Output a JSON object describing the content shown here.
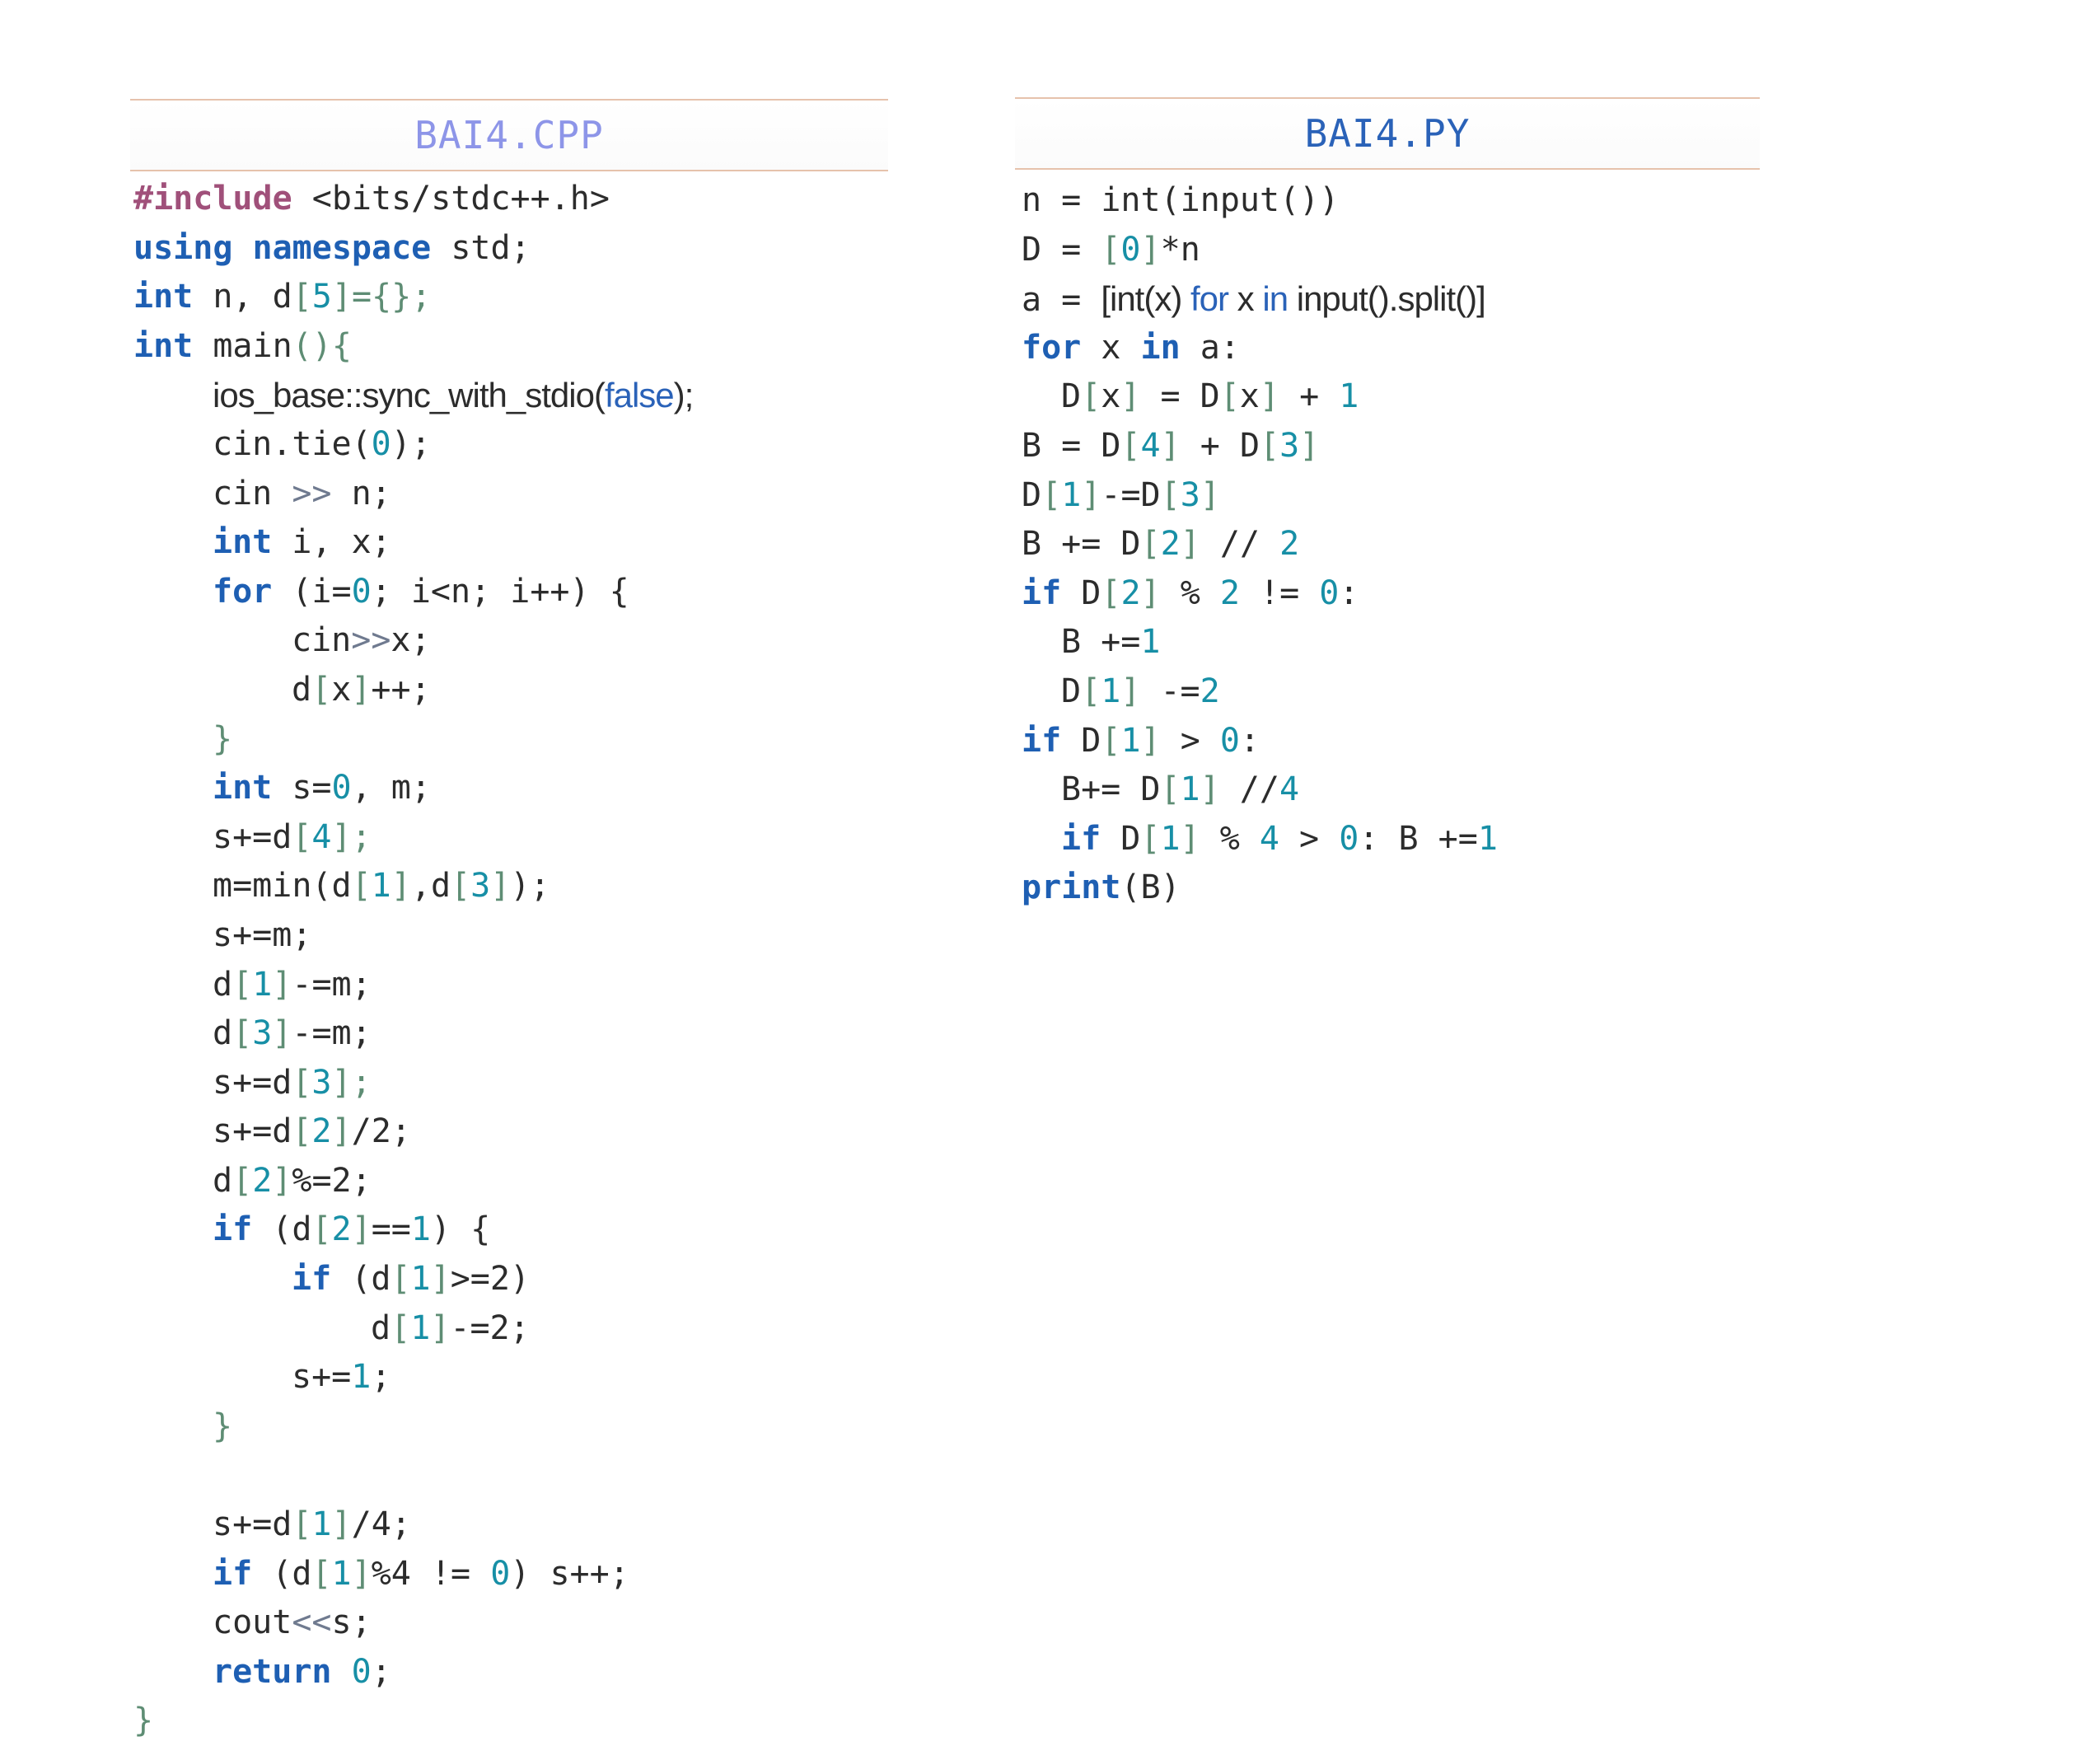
{
  "cpp": {
    "title": "BAI4.CPP",
    "lines": [
      {
        "indent": 0,
        "tokens": [
          {
            "t": "#include",
            "c": "pp"
          },
          {
            "t": " <bits/stdc++.h>",
            "c": "txt"
          }
        ]
      },
      {
        "indent": 0,
        "tokens": [
          {
            "t": "using",
            "c": "kw"
          },
          {
            "t": " ",
            "c": "txt"
          },
          {
            "t": "namespace",
            "c": "kw"
          },
          {
            "t": " std;",
            "c": "txt"
          }
        ]
      },
      {
        "indent": 0,
        "tokens": [
          {
            "t": "int",
            "c": "kw"
          },
          {
            "t": " n, d",
            "c": "txt"
          },
          {
            "t": "[",
            "c": "br"
          },
          {
            "t": "5",
            "c": "num"
          },
          {
            "t": "]={};",
            "c": "br"
          }
        ]
      },
      {
        "indent": 0,
        "tokens": [
          {
            "t": "int",
            "c": "kw"
          },
          {
            "t": " main",
            "c": "txt"
          },
          {
            "t": "(){",
            "c": "br"
          }
        ]
      },
      {
        "indent": 2,
        "tokens": [
          {
            "t": "ios_base::sync_with_stdio(",
            "c": "hand"
          },
          {
            "t": "false",
            "c": "hand-blue"
          },
          {
            "t": ");",
            "c": "hand"
          }
        ]
      },
      {
        "indent": 2,
        "tokens": [
          {
            "t": "cin.tie(",
            "c": "txt"
          },
          {
            "t": "0",
            "c": "num"
          },
          {
            "t": ");",
            "c": "txt"
          }
        ]
      },
      {
        "indent": 2,
        "tokens": [
          {
            "t": "cin ",
            "c": "txt"
          },
          {
            "t": ">>",
            "c": "op"
          },
          {
            "t": " n;",
            "c": "txt"
          }
        ]
      },
      {
        "indent": 2,
        "tokens": [
          {
            "t": "int",
            "c": "kw"
          },
          {
            "t": " i, x;",
            "c": "txt"
          }
        ]
      },
      {
        "indent": 2,
        "tokens": [
          {
            "t": "for",
            "c": "kw"
          },
          {
            "t": " (i=",
            "c": "txt"
          },
          {
            "t": "0",
            "c": "num"
          },
          {
            "t": "; i<n; i++) {",
            "c": "txt"
          }
        ]
      },
      {
        "indent": 4,
        "tokens": [
          {
            "t": "cin",
            "c": "txt"
          },
          {
            "t": ">>",
            "c": "op"
          },
          {
            "t": "x;",
            "c": "txt"
          }
        ]
      },
      {
        "indent": 4,
        "tokens": [
          {
            "t": "d",
            "c": "txt"
          },
          {
            "t": "[",
            "c": "br"
          },
          {
            "t": "x",
            "c": "txt"
          },
          {
            "t": "]",
            "c": "br"
          },
          {
            "t": "++;",
            "c": "txt"
          }
        ]
      },
      {
        "indent": 2,
        "tokens": [
          {
            "t": "}",
            "c": "br"
          }
        ]
      },
      {
        "indent": 2,
        "tokens": [
          {
            "t": "int",
            "c": "kw"
          },
          {
            "t": " s=",
            "c": "txt"
          },
          {
            "t": "0",
            "c": "num"
          },
          {
            "t": ", m;",
            "c": "txt"
          }
        ]
      },
      {
        "indent": 2,
        "tokens": [
          {
            "t": "s+=d",
            "c": "txt"
          },
          {
            "t": "[",
            "c": "br"
          },
          {
            "t": "4",
            "c": "num"
          },
          {
            "t": "];",
            "c": "br"
          }
        ]
      },
      {
        "indent": 2,
        "tokens": [
          {
            "t": "m=min(d",
            "c": "txt"
          },
          {
            "t": "[",
            "c": "br"
          },
          {
            "t": "1",
            "c": "num"
          },
          {
            "t": "]",
            "c": "br"
          },
          {
            "t": ",d",
            "c": "txt"
          },
          {
            "t": "[",
            "c": "br"
          },
          {
            "t": "3",
            "c": "num"
          },
          {
            "t": "]",
            "c": "br"
          },
          {
            "t": ");",
            "c": "txt"
          }
        ]
      },
      {
        "indent": 2,
        "tokens": [
          {
            "t": "s+=m;",
            "c": "txt"
          }
        ]
      },
      {
        "indent": 2,
        "tokens": [
          {
            "t": "d",
            "c": "txt"
          },
          {
            "t": "[",
            "c": "br"
          },
          {
            "t": "1",
            "c": "num"
          },
          {
            "t": "]",
            "c": "br"
          },
          {
            "t": "-=m;",
            "c": "txt"
          }
        ]
      },
      {
        "indent": 2,
        "tokens": [
          {
            "t": "d",
            "c": "txt"
          },
          {
            "t": "[",
            "c": "br"
          },
          {
            "t": "3",
            "c": "num"
          },
          {
            "t": "]",
            "c": "br"
          },
          {
            "t": "-=m;",
            "c": "txt"
          }
        ]
      },
      {
        "indent": 2,
        "tokens": [
          {
            "t": "s+=d",
            "c": "txt"
          },
          {
            "t": "[",
            "c": "br"
          },
          {
            "t": "3",
            "c": "num"
          },
          {
            "t": "];",
            "c": "br"
          }
        ]
      },
      {
        "indent": 2,
        "tokens": [
          {
            "t": "s+=d",
            "c": "txt"
          },
          {
            "t": "[",
            "c": "br"
          },
          {
            "t": "2",
            "c": "num"
          },
          {
            "t": "]",
            "c": "br"
          },
          {
            "t": "/2;",
            "c": "txt"
          }
        ]
      },
      {
        "indent": 2,
        "tokens": [
          {
            "t": "d",
            "c": "txt"
          },
          {
            "t": "[",
            "c": "br"
          },
          {
            "t": "2",
            "c": "num"
          },
          {
            "t": "]",
            "c": "br"
          },
          {
            "t": "%=2;",
            "c": "txt"
          }
        ]
      },
      {
        "indent": 2,
        "tokens": [
          {
            "t": "if",
            "c": "kw"
          },
          {
            "t": " (d",
            "c": "txt"
          },
          {
            "t": "[",
            "c": "br"
          },
          {
            "t": "2",
            "c": "num"
          },
          {
            "t": "]",
            "c": "br"
          },
          {
            "t": "==",
            "c": "txt"
          },
          {
            "t": "1",
            "c": "num"
          },
          {
            "t": ") {",
            "c": "txt"
          }
        ]
      },
      {
        "indent": 4,
        "tokens": [
          {
            "t": "if",
            "c": "kw"
          },
          {
            "t": " (d",
            "c": "txt"
          },
          {
            "t": "[",
            "c": "br"
          },
          {
            "t": "1",
            "c": "num"
          },
          {
            "t": "]",
            "c": "br"
          },
          {
            "t": ">=2)",
            "c": "txt"
          }
        ]
      },
      {
        "indent": 6,
        "tokens": [
          {
            "t": "d",
            "c": "txt"
          },
          {
            "t": "[",
            "c": "br"
          },
          {
            "t": "1",
            "c": "num"
          },
          {
            "t": "]",
            "c": "br"
          },
          {
            "t": "-=2;",
            "c": "txt"
          }
        ]
      },
      {
        "indent": 4,
        "tokens": [
          {
            "t": "s+=",
            "c": "txt"
          },
          {
            "t": "1",
            "c": "num"
          },
          {
            "t": ";",
            "c": "txt"
          }
        ]
      },
      {
        "indent": 2,
        "tokens": [
          {
            "t": "}",
            "c": "br"
          }
        ]
      },
      {
        "indent": 0,
        "tokens": [
          {
            "t": "",
            "c": "txt"
          }
        ]
      },
      {
        "indent": 2,
        "tokens": [
          {
            "t": "s+=d",
            "c": "txt"
          },
          {
            "t": "[",
            "c": "br"
          },
          {
            "t": "1",
            "c": "num"
          },
          {
            "t": "]",
            "c": "br"
          },
          {
            "t": "/4;",
            "c": "txt"
          }
        ]
      },
      {
        "indent": 2,
        "tokens": [
          {
            "t": "if",
            "c": "kw"
          },
          {
            "t": " (d",
            "c": "txt"
          },
          {
            "t": "[",
            "c": "br"
          },
          {
            "t": "1",
            "c": "num"
          },
          {
            "t": "]",
            "c": "br"
          },
          {
            "t": "%4 != ",
            "c": "txt"
          },
          {
            "t": "0",
            "c": "num"
          },
          {
            "t": ") s++;",
            "c": "txt"
          }
        ]
      },
      {
        "indent": 2,
        "tokens": [
          {
            "t": "cout",
            "c": "txt"
          },
          {
            "t": "<<",
            "c": "op"
          },
          {
            "t": "s;",
            "c": "txt"
          }
        ]
      },
      {
        "indent": 2,
        "tokens": [
          {
            "t": "return",
            "c": "kw"
          },
          {
            "t": " ",
            "c": "txt"
          },
          {
            "t": "0",
            "c": "num"
          },
          {
            "t": ";",
            "c": "txt"
          }
        ]
      },
      {
        "indent": 0,
        "tokens": [
          {
            "t": "}",
            "c": "br"
          }
        ]
      }
    ]
  },
  "py": {
    "title": "BAI4.PY",
    "lines": [
      {
        "indent": 0,
        "tokens": [
          {
            "t": "n = int(input())",
            "c": "txt"
          }
        ]
      },
      {
        "indent": 0,
        "tokens": [
          {
            "t": "D = ",
            "c": "txt"
          },
          {
            "t": "[",
            "c": "br"
          },
          {
            "t": "0",
            "c": "num"
          },
          {
            "t": "]",
            "c": "br"
          },
          {
            "t": "*n",
            "c": "txt"
          }
        ]
      },
      {
        "indent": 0,
        "tokens": [
          {
            "t": "a = ",
            "c": "txt"
          },
          {
            "t": "[int(x) ",
            "c": "hand"
          },
          {
            "t": "for",
            "c": "hand-blue"
          },
          {
            "t": " x ",
            "c": "hand"
          },
          {
            "t": "in",
            "c": "hand-blue"
          },
          {
            "t": " input().split()]",
            "c": "hand"
          }
        ]
      },
      {
        "indent": 0,
        "tokens": [
          {
            "t": "for",
            "c": "kw"
          },
          {
            "t": " x ",
            "c": "txt"
          },
          {
            "t": "in",
            "c": "kw"
          },
          {
            "t": " a:",
            "c": "txt"
          }
        ]
      },
      {
        "indent": 1,
        "tokens": [
          {
            "t": "D",
            "c": "txt"
          },
          {
            "t": "[",
            "c": "br"
          },
          {
            "t": "x",
            "c": "txt"
          },
          {
            "t": "]",
            "c": "br"
          },
          {
            "t": " = D",
            "c": "txt"
          },
          {
            "t": "[",
            "c": "br"
          },
          {
            "t": "x",
            "c": "txt"
          },
          {
            "t": "]",
            "c": "br"
          },
          {
            "t": " + ",
            "c": "txt"
          },
          {
            "t": "1",
            "c": "num"
          }
        ]
      },
      {
        "indent": 0,
        "tokens": [
          {
            "t": "B = D",
            "c": "txt"
          },
          {
            "t": "[",
            "c": "br"
          },
          {
            "t": "4",
            "c": "num"
          },
          {
            "t": "]",
            "c": "br"
          },
          {
            "t": " + D",
            "c": "txt"
          },
          {
            "t": "[",
            "c": "br"
          },
          {
            "t": "3",
            "c": "num"
          },
          {
            "t": "]",
            "c": "br"
          }
        ]
      },
      {
        "indent": 0,
        "tokens": [
          {
            "t": "D",
            "c": "txt"
          },
          {
            "t": "[",
            "c": "br"
          },
          {
            "t": "1",
            "c": "num"
          },
          {
            "t": "]",
            "c": "br"
          },
          {
            "t": "-=D",
            "c": "txt"
          },
          {
            "t": "[",
            "c": "br"
          },
          {
            "t": "3",
            "c": "num"
          },
          {
            "t": "]",
            "c": "br"
          }
        ]
      },
      {
        "indent": 0,
        "tokens": [
          {
            "t": "B += D",
            "c": "txt"
          },
          {
            "t": "[",
            "c": "br"
          },
          {
            "t": "2",
            "c": "num"
          },
          {
            "t": "]",
            "c": "br"
          },
          {
            "t": " // ",
            "c": "txt"
          },
          {
            "t": "2",
            "c": "num"
          }
        ]
      },
      {
        "indent": 0,
        "tokens": [
          {
            "t": "if",
            "c": "kw"
          },
          {
            "t": " D",
            "c": "txt"
          },
          {
            "t": "[",
            "c": "br"
          },
          {
            "t": "2",
            "c": "num"
          },
          {
            "t": "]",
            "c": "br"
          },
          {
            "t": " % ",
            "c": "txt"
          },
          {
            "t": "2",
            "c": "num"
          },
          {
            "t": " != ",
            "c": "txt"
          },
          {
            "t": "0",
            "c": "num"
          },
          {
            "t": ":",
            "c": "txt"
          }
        ]
      },
      {
        "indent": 1,
        "tokens": [
          {
            "t": "B +=",
            "c": "txt"
          },
          {
            "t": "1",
            "c": "num"
          }
        ]
      },
      {
        "indent": 1,
        "tokens": [
          {
            "t": "D",
            "c": "txt"
          },
          {
            "t": "[",
            "c": "br"
          },
          {
            "t": "1",
            "c": "num"
          },
          {
            "t": "]",
            "c": "br"
          },
          {
            "t": " -=",
            "c": "txt"
          },
          {
            "t": "2",
            "c": "num"
          }
        ]
      },
      {
        "indent": 0,
        "tokens": [
          {
            "t": "if",
            "c": "kw"
          },
          {
            "t": " D",
            "c": "txt"
          },
          {
            "t": "[",
            "c": "br"
          },
          {
            "t": "1",
            "c": "num"
          },
          {
            "t": "]",
            "c": "br"
          },
          {
            "t": " > ",
            "c": "txt"
          },
          {
            "t": "0",
            "c": "num"
          },
          {
            "t": ":",
            "c": "txt"
          }
        ]
      },
      {
        "indent": 1,
        "tokens": [
          {
            "t": "B+= D",
            "c": "txt"
          },
          {
            "t": "[",
            "c": "br"
          },
          {
            "t": "1",
            "c": "num"
          },
          {
            "t": "]",
            "c": "br"
          },
          {
            "t": " //",
            "c": "txt"
          },
          {
            "t": "4",
            "c": "num"
          }
        ]
      },
      {
        "indent": 1,
        "tokens": [
          {
            "t": "if",
            "c": "kw"
          },
          {
            "t": " D",
            "c": "txt"
          },
          {
            "t": "[",
            "c": "br"
          },
          {
            "t": "1",
            "c": "num"
          },
          {
            "t": "]",
            "c": "br"
          },
          {
            "t": " % ",
            "c": "txt"
          },
          {
            "t": "4",
            "c": "num"
          },
          {
            "t": " > ",
            "c": "txt"
          },
          {
            "t": "0",
            "c": "num"
          },
          {
            "t": ": B +=",
            "c": "txt"
          },
          {
            "t": "1",
            "c": "num"
          }
        ]
      },
      {
        "indent": 0,
        "tokens": [
          {
            "t": "print",
            "c": "kw"
          },
          {
            "t": "(B)",
            "c": "txt"
          }
        ]
      }
    ]
  }
}
